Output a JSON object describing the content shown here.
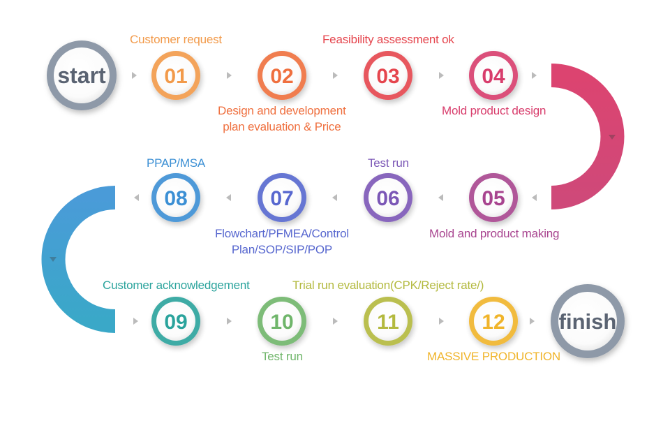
{
  "terminals": {
    "start": {
      "label": "start",
      "color": "#5a6372"
    },
    "finish": {
      "label": "finish",
      "color": "#5a6372"
    }
  },
  "steps": [
    {
      "num": "01",
      "caption": [
        "Customer request"
      ],
      "color": "#f29a4a"
    },
    {
      "num": "02",
      "caption": [
        "Design and development",
        "plan evaluation & Price"
      ],
      "color": "#ef6f3e"
    },
    {
      "num": "03",
      "caption": [
        "Feasibility assessment ok"
      ],
      "color": "#e5454d"
    },
    {
      "num": "04",
      "caption": [
        "Mold product design"
      ],
      "color": "#d83d6c"
    },
    {
      "num": "05",
      "caption": [
        "Mold and product making"
      ],
      "color": "#a8448f"
    },
    {
      "num": "06",
      "caption": [
        "Test run"
      ],
      "color": "#7b57b6"
    },
    {
      "num": "07",
      "caption": [
        "Flowchart/PFMEA/Control",
        "Plan/SOP/SIP/POP"
      ],
      "color": "#5767cf"
    },
    {
      "num": "08",
      "caption": [
        "PPAP/MSA"
      ],
      "color": "#3b8fd4"
    },
    {
      "num": "09",
      "caption": [
        "Customer acknowledgement"
      ],
      "color": "#2aa39c"
    },
    {
      "num": "10",
      "caption": [
        "Test run"
      ],
      "color": "#6fb56a"
    },
    {
      "num": "11",
      "caption": [
        "Trial run evaluation(CPK/Reject rate/)"
      ],
      "color": "#b3b93e"
    },
    {
      "num": "12",
      "caption": [
        "MASSIVE PRODUCTION"
      ],
      "color": "#f0b42a"
    }
  ]
}
